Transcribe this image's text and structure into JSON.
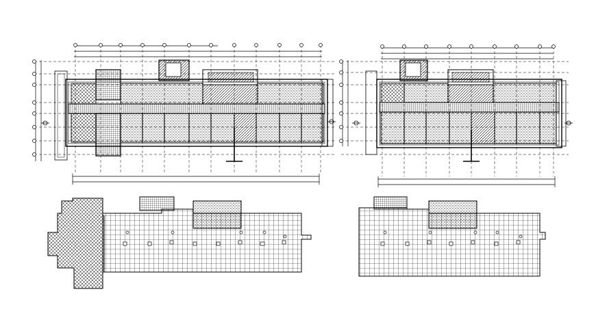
{
  "colors": {
    "background": "#ffffff",
    "ink": "#000000"
  },
  "drawings": [
    {
      "id": "plan-left",
      "kind": "floor-plan-with-dimensions"
    },
    {
      "id": "plan-right",
      "kind": "floor-plan-with-dimensions"
    },
    {
      "id": "ceiling-left",
      "kind": "reflected-ceiling-grid"
    },
    {
      "id": "ceiling-right",
      "kind": "reflected-ceiling-grid"
    }
  ]
}
